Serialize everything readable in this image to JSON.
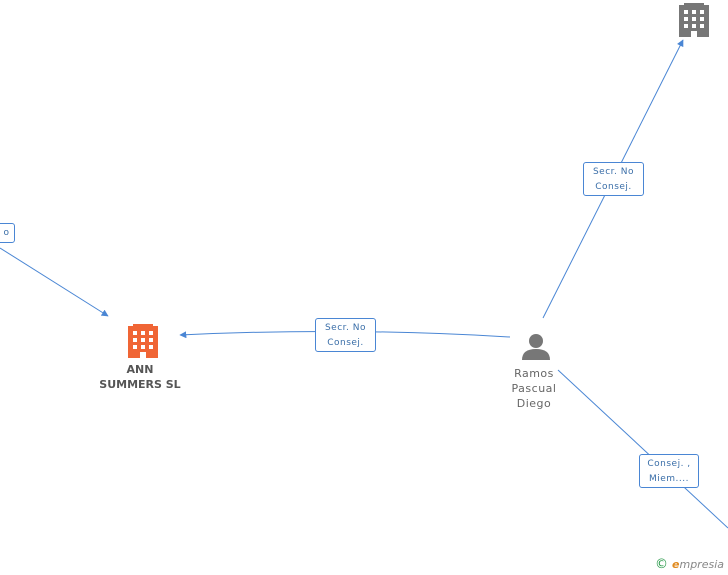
{
  "nodes": {
    "company_main": {
      "name_line1": "ANN",
      "name_line2": "SUMMERS SL",
      "icon": "building-icon",
      "color": "#f06535"
    },
    "company_top": {
      "icon": "building-icon",
      "color": "#777777"
    },
    "person": {
      "name_line1": "Ramos",
      "name_line2": "Pascual",
      "name_line3": "Diego",
      "icon": "person-icon",
      "color": "#777777"
    }
  },
  "edges": {
    "left_partial": {
      "label": "o"
    },
    "to_company_main": {
      "line1": "Secr. No",
      "line2": "Consej."
    },
    "to_company_top": {
      "line1": "Secr. No",
      "line2": "Consej."
    },
    "to_bottom_right": {
      "line1": "Consej. ,",
      "line2": "Miem...."
    }
  },
  "colors": {
    "edge": "#4a86d4"
  },
  "watermark": {
    "copyright": "©",
    "brand_e": "e",
    "brand_rest": "mpresia"
  }
}
